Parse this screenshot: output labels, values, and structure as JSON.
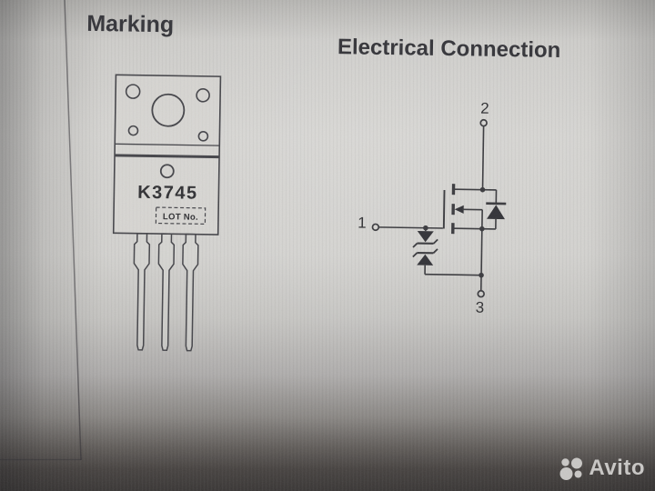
{
  "headings": {
    "marking": "Marking",
    "electrical": "Electrical Connection"
  },
  "package": {
    "part_number": "K3745",
    "lot_label": "LOT No."
  },
  "schematic": {
    "pins": {
      "gate": "1",
      "drain": "2",
      "source": "3"
    }
  },
  "watermark": {
    "brand": "Avito"
  },
  "colors": {
    "heading_ink": "#35353a",
    "drawing_line": "#45454a",
    "schematic_line": "#3b3b3f",
    "page_light": "#d5d4d1",
    "page_dark": "#3a3736",
    "watermark_gray": "#c9c7c5"
  }
}
